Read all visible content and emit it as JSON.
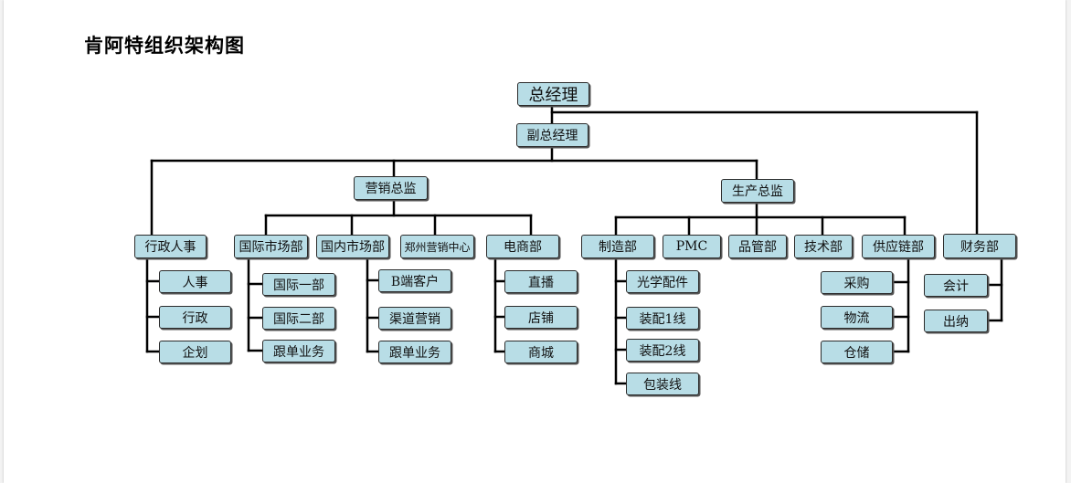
{
  "title": "肯阿特组织架构图",
  "nodes": {
    "gm": "总经理",
    "deputy": "副总经理",
    "marketing_director": "营销总监",
    "production_director": "生产总监",
    "admin_hr": "行政人事",
    "admin_hr_children": [
      "人事",
      "行政",
      "企划"
    ],
    "intl_market": "国际市场部",
    "intl_market_children": [
      "国际一部",
      "国际二部",
      "跟单业务"
    ],
    "domestic_market": "国内市场部",
    "domestic_market_children": [
      "B端客户",
      "渠道营销",
      "跟单业务"
    ],
    "zhengzhou_center": "郑州营销中心",
    "ecommerce": "电商部",
    "ecommerce_children": [
      "直播",
      "店铺",
      "商城"
    ],
    "manufacturing": "制造部",
    "manufacturing_children": [
      "光学配件",
      "装配1线",
      "装配2线",
      "包装线"
    ],
    "pmc": "PMC",
    "quality": "品管部",
    "tech": "技术部",
    "supply_chain": "供应链部",
    "supply_chain_children": [
      "采购",
      "物流",
      "仓储"
    ],
    "finance": "财务部",
    "finance_children": [
      "会计",
      "出纳"
    ]
  }
}
